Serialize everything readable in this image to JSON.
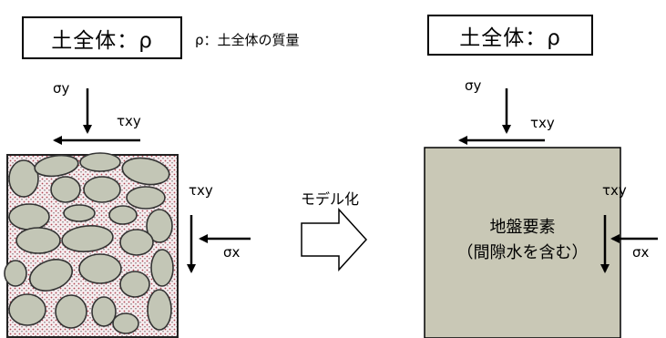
{
  "left_title": "土全体：ρ",
  "legend": "ρ：土全体の質量",
  "right_title": "土全体：ρ",
  "labels": {
    "sigma_y": "σy",
    "tau_xy": "τxy",
    "sigma_x": "σx"
  },
  "model_label": "モデル化",
  "element": {
    "line1": "地盤要素",
    "line2": "（間隙水を含む）"
  },
  "colors": {
    "element_fill": "#c9c8b6",
    "particle_fill": "#c3c6b6",
    "dot_color": "#c05050"
  }
}
